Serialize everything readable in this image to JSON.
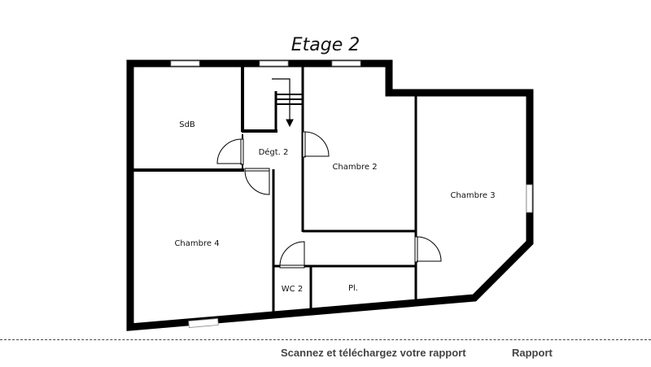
{
  "plan": {
    "title": "Etage 2",
    "rooms": [
      {
        "id": "sdb",
        "label": "SdB"
      },
      {
        "id": "degt",
        "label": "Dégt. 2"
      },
      {
        "id": "ch2",
        "label": "Chambre 2"
      },
      {
        "id": "ch3",
        "label": "Chambre 3"
      },
      {
        "id": "ch4",
        "label": "Chambre 4"
      },
      {
        "id": "wc",
        "label": "WC 2"
      },
      {
        "id": "pl",
        "label": "Pl."
      }
    ],
    "colors": {
      "wall": "#000000",
      "background": "#ffffff"
    }
  },
  "footer": {
    "scan_text": "Scannez et téléchargez votre rapport",
    "report_text": "Rapport"
  }
}
